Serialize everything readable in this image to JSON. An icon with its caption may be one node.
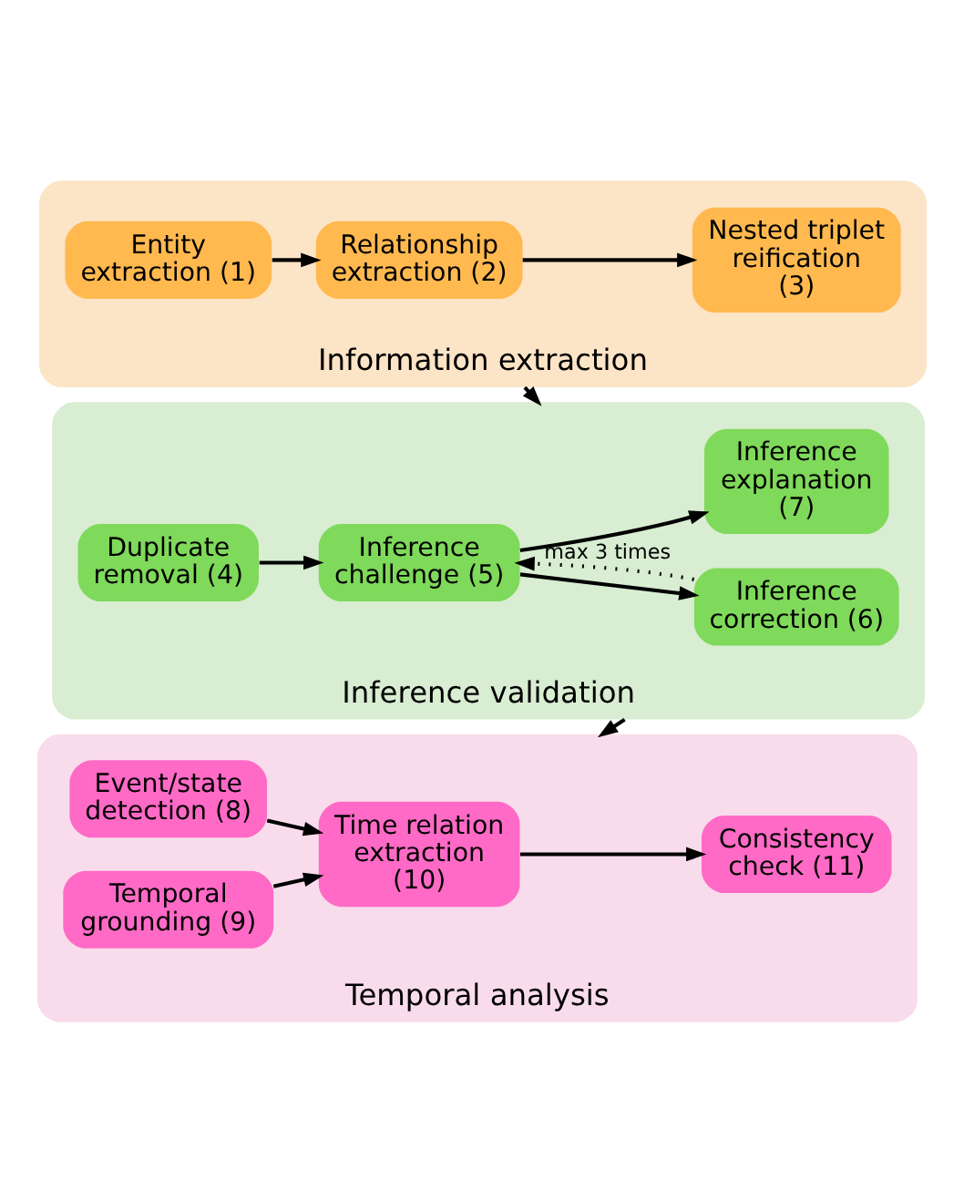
{
  "diagram": {
    "nodes": [
      {
        "text": [
          "Information extraction"
        ]
      },
      {
        "text": [
          "Entity extraction (1)"
        ],
        "in": 0
      },
      {
        "text": [
          "Relationship extraction (2)"
        ],
        "in": 0
      },
      {
        "text": [
          "Nested triplet reification (3)"
        ],
        "in": 0
      },
      {
        "text": [
          "Inference validation"
        ]
      },
      {
        "text": [
          "Duplicate removal (4)"
        ],
        "in": 4
      },
      {
        "text": [
          "Inference challenge (5)"
        ],
        "in": 4
      },
      {
        "text": [
          "Inference correction (6)"
        ],
        "in": 4
      },
      {
        "text": [
          "Inference explanation (7)"
        ],
        "in": 4
      },
      {
        "text": [
          "Temporal analysis"
        ]
      },
      {
        "text": [
          "Event/state detection (8)"
        ],
        "in": 9
      },
      {
        "text": [
          "Temporal grounding (9)"
        ],
        "in": 9
      },
      {
        "text": [
          "Time relation extraction (10)"
        ],
        "in": 9
      },
      {
        "text": [
          "Consistency check (11)"
        ],
        "in": 9
      }
    ],
    "edges": [
      {
        "from": 1,
        "to": 2,
        "arrow": "to"
      },
      {
        "from": 2,
        "to": 3,
        "arrow": "to"
      },
      {
        "from": 0,
        "to": 4,
        "arrow": "to"
      },
      {
        "from": 5,
        "to": 6,
        "arrow": "to"
      },
      {
        "from": 6,
        "to": 7,
        "arrow": "to"
      },
      {
        "from": 6,
        "to": 8,
        "arrow": "to"
      },
      {
        "from": 7,
        "to": 6,
        "arrow": "to",
        "label": "max 3 times",
        "style": "dashed"
      },
      {
        "from": 4,
        "to": 9,
        "arrow": "to"
      },
      {
        "from": 10,
        "to": 12,
        "arrow": "to"
      },
      {
        "from": 11,
        "to": 12,
        "arrow": "to"
      },
      {
        "from": 12,
        "to": 13,
        "arrow": "to"
      }
    ]
  }
}
